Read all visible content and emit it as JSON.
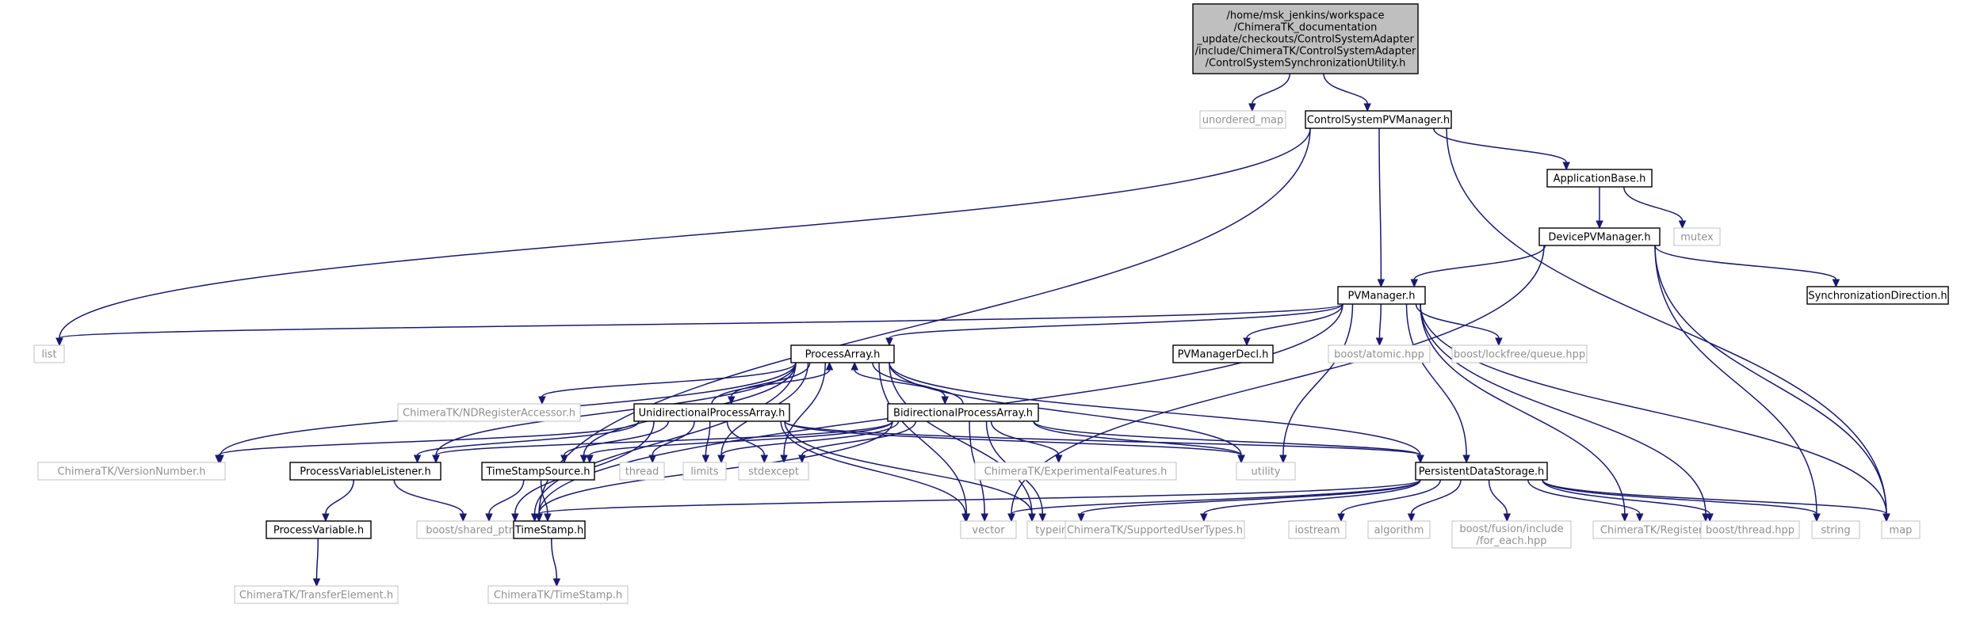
{
  "root_file": {
    "lines": [
      "/home/msk_jenkins/workspace",
      "/ChimeraTK_documentation",
      "_update/checkouts/ControlSystemAdapter",
      "/include/ChimeraTK/ControlSystemAdapter",
      "/ControlSystemSynchronizationUtility.h"
    ]
  },
  "nodes": [
    {
      "id": "root",
      "kind": "root",
      "label": ""
    },
    {
      "id": "unordered_map",
      "kind": "system",
      "label": "unordered_map"
    },
    {
      "id": "cspvm",
      "kind": "file",
      "label": "ControlSystemPVManager.h"
    },
    {
      "id": "appbase",
      "kind": "file",
      "label": "ApplicationBase.h"
    },
    {
      "id": "mutex",
      "kind": "system",
      "label": "mutex"
    },
    {
      "id": "devpvm",
      "kind": "file",
      "label": "DevicePVManager.h"
    },
    {
      "id": "syncdir",
      "kind": "file",
      "label": "SynchronizationDirection.h"
    },
    {
      "id": "pvm",
      "kind": "file",
      "label": "PVManager.h"
    },
    {
      "id": "list",
      "kind": "system",
      "label": "list"
    },
    {
      "id": "pvmdecl",
      "kind": "file",
      "label": "PVManagerDecl.h"
    },
    {
      "id": "batomic",
      "kind": "system",
      "label": "boost/atomic.hpp"
    },
    {
      "id": "blfqueue",
      "kind": "system",
      "label": "boost/lockfree/queue.hpp"
    },
    {
      "id": "parray",
      "kind": "file",
      "label": "ProcessArray.h"
    },
    {
      "id": "ndreg",
      "kind": "system",
      "label": "ChimeraTK/NDRegisterAccessor.h"
    },
    {
      "id": "uniarr",
      "kind": "file",
      "label": "UnidirectionalProcessArray.h"
    },
    {
      "id": "biarr",
      "kind": "file",
      "label": "BidirectionalProcessArray.h"
    },
    {
      "id": "vernum",
      "kind": "system",
      "label": "ChimeraTK/VersionNumber.h"
    },
    {
      "id": "pvlist",
      "kind": "file",
      "label": "ProcessVariableListener.h"
    },
    {
      "id": "tss",
      "kind": "file",
      "label": "TimeStampSource.h"
    },
    {
      "id": "thread",
      "kind": "system",
      "label": "thread"
    },
    {
      "id": "limits",
      "kind": "system",
      "label": "limits"
    },
    {
      "id": "stdexcept",
      "kind": "system",
      "label": "stdexcept"
    },
    {
      "id": "expfeat",
      "kind": "system",
      "label": "ChimeraTK/ExperimentalFeatures.h"
    },
    {
      "id": "utility",
      "kind": "system",
      "label": "utility"
    },
    {
      "id": "pds",
      "kind": "file",
      "label": "PersistentDataStorage.h"
    },
    {
      "id": "pvar",
      "kind": "file",
      "label": "ProcessVariable.h"
    },
    {
      "id": "bshared",
      "kind": "system",
      "label": "boost/shared_ptr.hpp"
    },
    {
      "id": "tstamp",
      "kind": "file",
      "label": "TimeStamp.h"
    },
    {
      "id": "vector",
      "kind": "system",
      "label": "vector"
    },
    {
      "id": "typeinfo",
      "kind": "system",
      "label": "typeinfo"
    },
    {
      "id": "suptypes",
      "kind": "system",
      "label": "ChimeraTK/SupportedUserTypes.h"
    },
    {
      "id": "iostream",
      "kind": "system",
      "label": "iostream"
    },
    {
      "id": "algorithm",
      "kind": "system",
      "label": "algorithm"
    },
    {
      "id": "fusion",
      "kind": "system",
      "label": "boost/fusion/include/for_each.hpp"
    },
    {
      "id": "regpath",
      "kind": "system",
      "label": "ChimeraTK/RegisterPath.h"
    },
    {
      "id": "bthread",
      "kind": "system",
      "label": "boost/thread.hpp"
    },
    {
      "id": "string",
      "kind": "system",
      "label": "string"
    },
    {
      "id": "map",
      "kind": "system",
      "label": "map"
    },
    {
      "id": "transfer",
      "kind": "system",
      "label": "ChimeraTK/TransferElement.h"
    },
    {
      "id": "ctkts",
      "kind": "system",
      "label": "ChimeraTK/TimeStamp.h"
    }
  ],
  "edges": [
    [
      "root",
      "unordered_map"
    ],
    [
      "root",
      "cspvm"
    ],
    [
      "cspvm",
      "bshared"
    ],
    [
      "cspvm",
      "list"
    ],
    [
      "cspvm",
      "pvm"
    ],
    [
      "cspvm",
      "appbase"
    ],
    [
      "cspvm",
      "map"
    ],
    [
      "appbase",
      "devpvm"
    ],
    [
      "appbase",
      "mutex"
    ],
    [
      "devpvm",
      "pvm"
    ],
    [
      "devpvm",
      "syncdir"
    ],
    [
      "devpvm",
      "map"
    ],
    [
      "devpvm",
      "string"
    ],
    [
      "devpvm",
      "vector"
    ],
    [
      "pvm",
      "list"
    ],
    [
      "pvm",
      "parray"
    ],
    [
      "pvm",
      "pvmdecl"
    ],
    [
      "pvm",
      "batomic"
    ],
    [
      "pvm",
      "blfqueue"
    ],
    [
      "pvm",
      "utility"
    ],
    [
      "pvm",
      "pds"
    ],
    [
      "pvm",
      "regpath"
    ],
    [
      "pvm",
      "bthread"
    ],
    [
      "pvm",
      "map"
    ],
    [
      "pvm",
      "bshared"
    ],
    [
      "parray",
      "ndreg"
    ],
    [
      "parray",
      "uniarr"
    ],
    [
      "parray",
      "biarr"
    ],
    [
      "parray",
      "vernum"
    ],
    [
      "parray",
      "pvlist"
    ],
    [
      "parray",
      "tss"
    ],
    [
      "parray",
      "limits"
    ],
    [
      "parray",
      "stdexcept"
    ],
    [
      "parray",
      "utility"
    ],
    [
      "parray",
      "pds"
    ],
    [
      "parray",
      "bshared"
    ],
    [
      "parray",
      "typeinfo"
    ],
    [
      "parray",
      "vector"
    ],
    [
      "uniarr",
      "parray"
    ],
    [
      "uniarr",
      "vernum"
    ],
    [
      "uniarr",
      "pvlist"
    ],
    [
      "uniarr",
      "tss"
    ],
    [
      "uniarr",
      "thread"
    ],
    [
      "uniarr",
      "limits"
    ],
    [
      "uniarr",
      "stdexcept"
    ],
    [
      "uniarr",
      "utility"
    ],
    [
      "uniarr",
      "pds"
    ],
    [
      "uniarr",
      "bshared"
    ],
    [
      "uniarr",
      "vector"
    ],
    [
      "uniarr",
      "typeinfo"
    ],
    [
      "biarr",
      "parray"
    ],
    [
      "biarr",
      "pvlist"
    ],
    [
      "biarr",
      "tss"
    ],
    [
      "biarr",
      "limits"
    ],
    [
      "biarr",
      "stdexcept"
    ],
    [
      "biarr",
      "expfeat"
    ],
    [
      "biarr",
      "utility"
    ],
    [
      "biarr",
      "pds"
    ],
    [
      "biarr",
      "bshared"
    ],
    [
      "biarr",
      "typeinfo"
    ],
    [
      "biarr",
      "vector"
    ],
    [
      "pvlist",
      "bshared"
    ],
    [
      "pvlist",
      "pvar"
    ],
    [
      "tss",
      "bshared"
    ],
    [
      "tss",
      "tstamp"
    ],
    [
      "pvar",
      "transfer"
    ],
    [
      "tstamp",
      "ctkts"
    ],
    [
      "pds",
      "vector"
    ],
    [
      "pds",
      "typeinfo"
    ],
    [
      "pds",
      "suptypes"
    ],
    [
      "pds",
      "iostream"
    ],
    [
      "pds",
      "algorithm"
    ],
    [
      "pds",
      "fusion"
    ],
    [
      "pds",
      "regpath"
    ],
    [
      "pds",
      "bthread"
    ],
    [
      "pds",
      "string"
    ],
    [
      "pds",
      "map"
    ],
    [
      "pds",
      "bshared"
    ]
  ]
}
